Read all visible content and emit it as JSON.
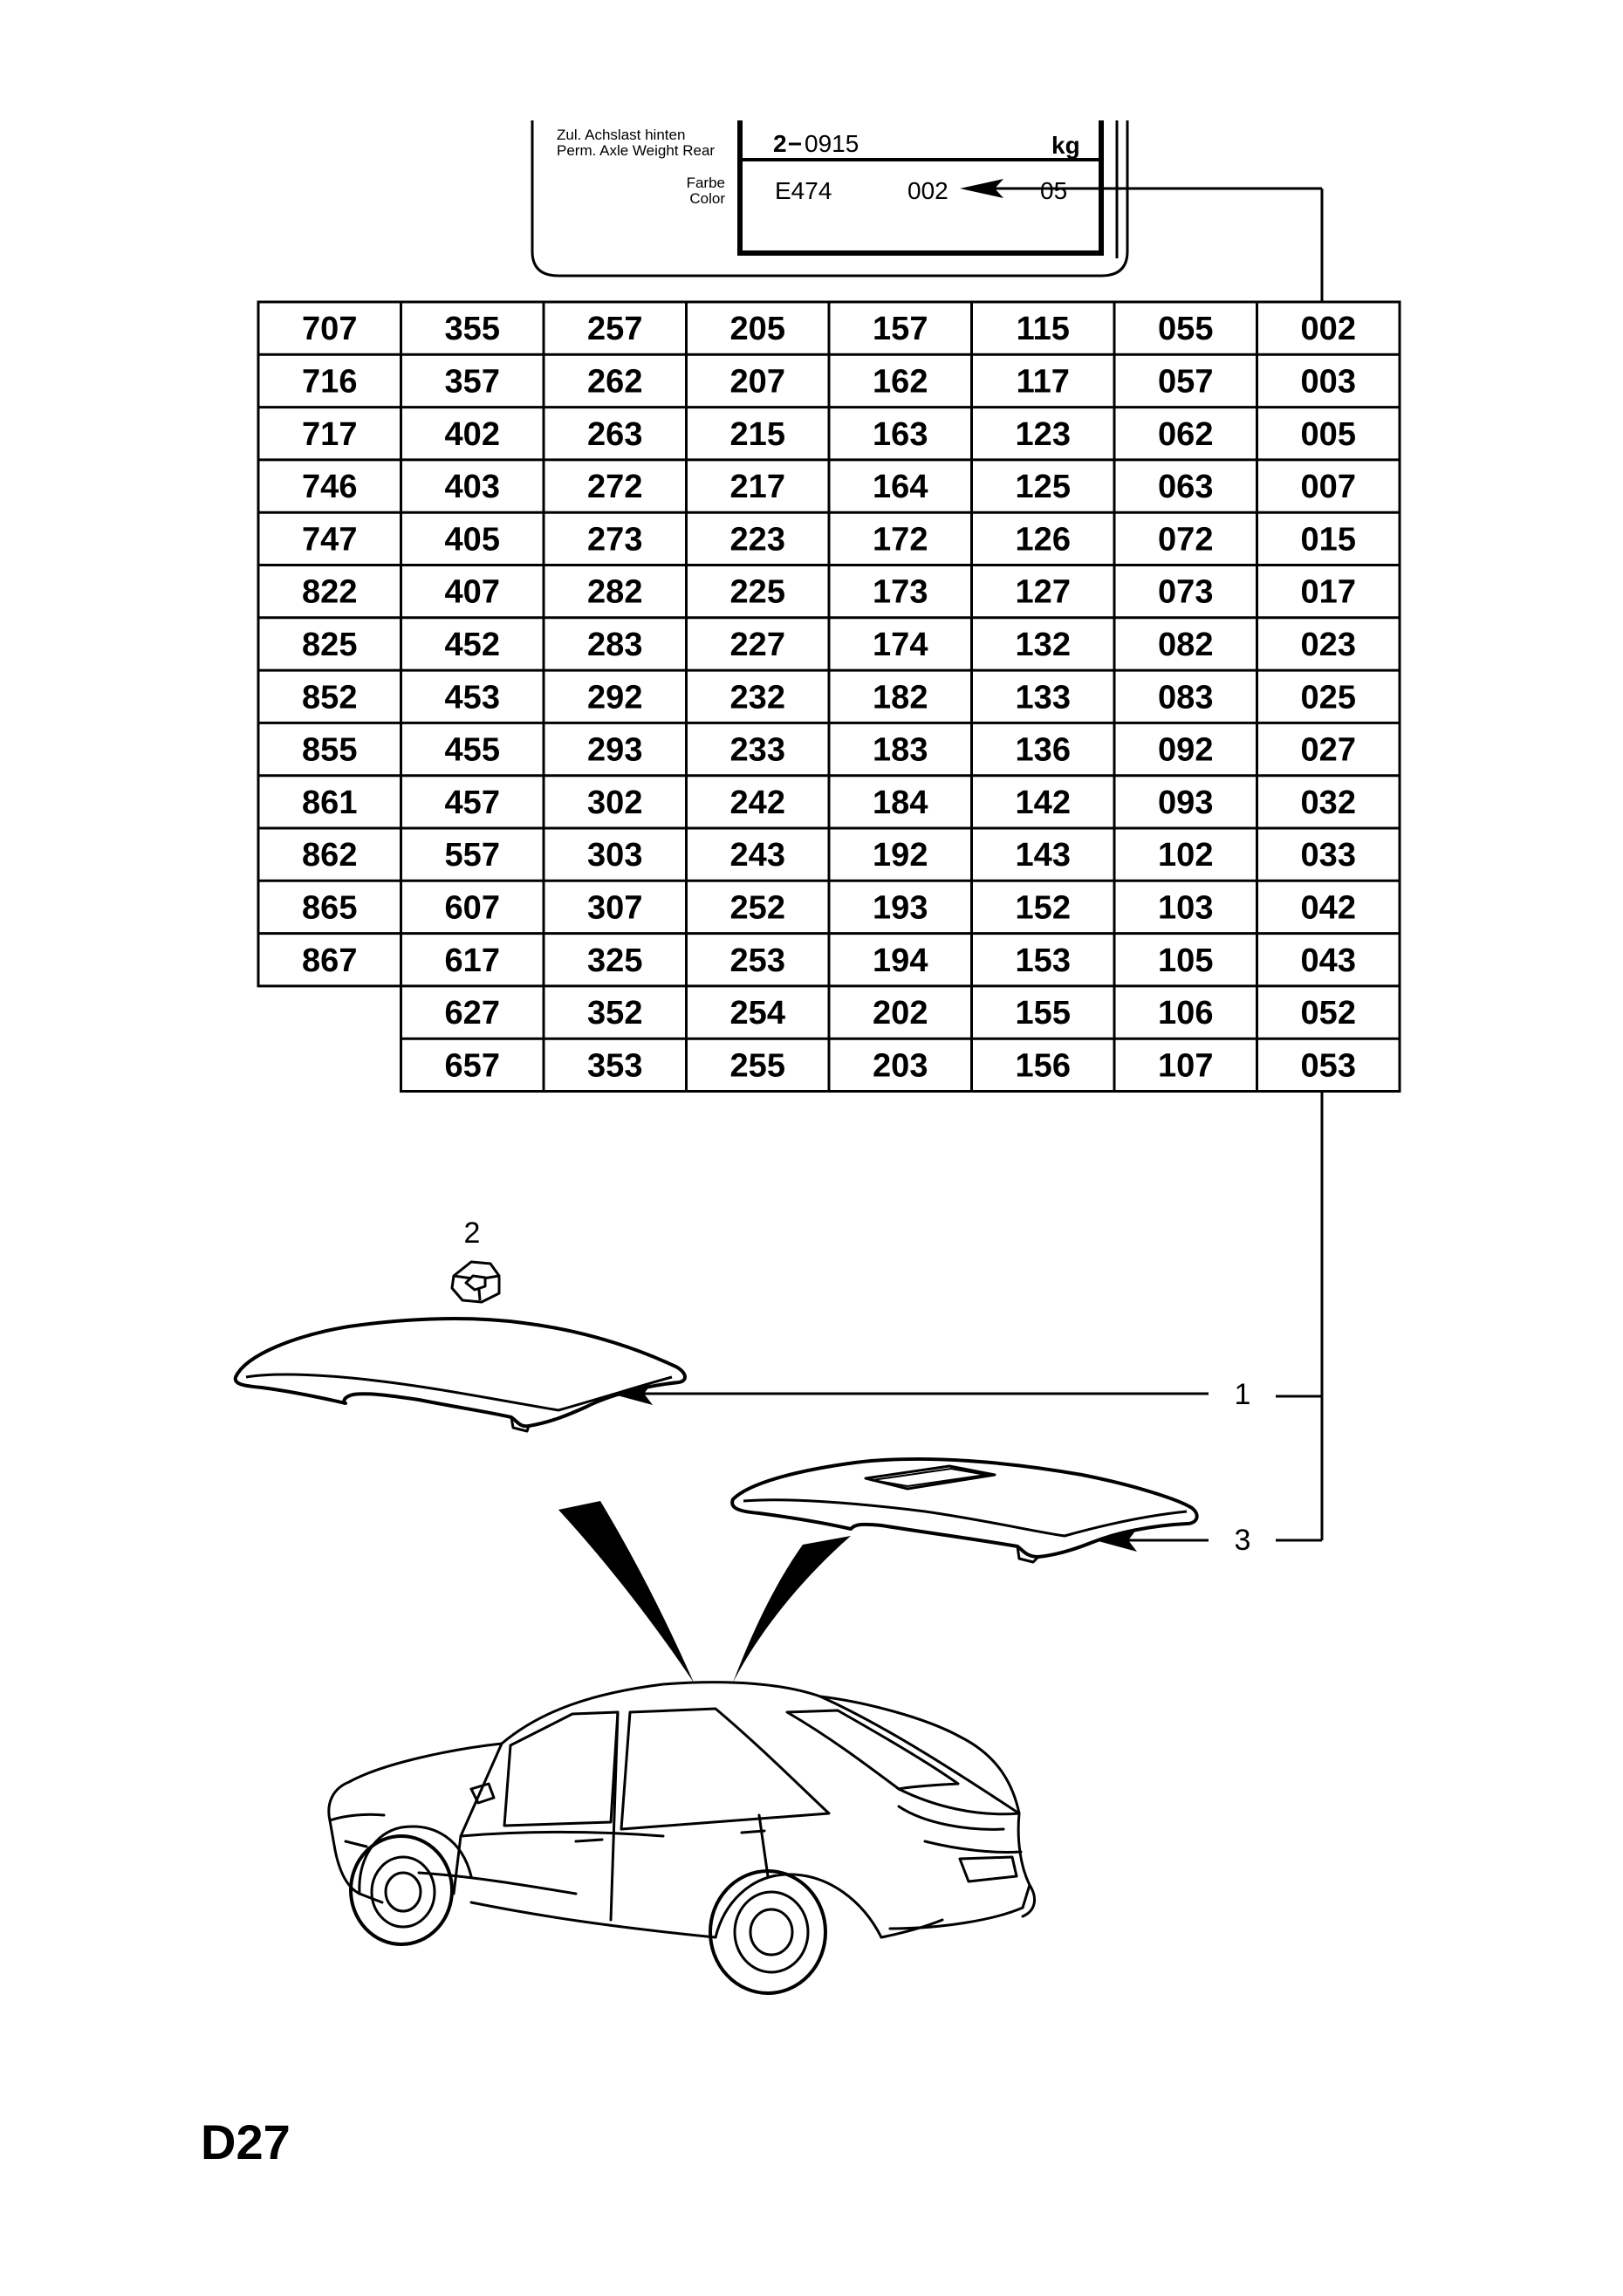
{
  "plate": {
    "axle_label_de": "Zul. Achslast hinten",
    "axle_label_en": "Perm. Axle Weight Rear",
    "axle_prefix": "2",
    "axle_value": "0915",
    "axle_unit": "kg",
    "color_label_de": "Farbe",
    "color_label_en": "Color",
    "color_code": "E474",
    "color_value": "002",
    "color_extra": "05"
  },
  "color_table": {
    "columns": [
      [
        "707",
        "716",
        "717",
        "746",
        "747",
        "822",
        "825",
        "852",
        "855",
        "861",
        "862",
        "865",
        "867"
      ],
      [
        "355",
        "357",
        "402",
        "403",
        "405",
        "407",
        "452",
        "453",
        "455",
        "457",
        "557",
        "607",
        "617",
        "627",
        "657"
      ],
      [
        "257",
        "262",
        "263",
        "272",
        "273",
        "282",
        "283",
        "292",
        "293",
        "302",
        "303",
        "307",
        "325",
        "352",
        "353"
      ],
      [
        "205",
        "207",
        "215",
        "217",
        "223",
        "225",
        "227",
        "232",
        "233",
        "242",
        "243",
        "252",
        "253",
        "254",
        "255"
      ],
      [
        "157",
        "162",
        "163",
        "164",
        "172",
        "173",
        "174",
        "182",
        "183",
        "184",
        "192",
        "193",
        "194",
        "202",
        "203"
      ],
      [
        "115",
        "117",
        "123",
        "125",
        "126",
        "127",
        "132",
        "133",
        "136",
        "142",
        "143",
        "152",
        "153",
        "155",
        "156"
      ],
      [
        "055",
        "057",
        "062",
        "063",
        "072",
        "073",
        "082",
        "083",
        "092",
        "093",
        "102",
        "103",
        "105",
        "106",
        "107"
      ],
      [
        "002",
        "003",
        "005",
        "007",
        "015",
        "017",
        "023",
        "025",
        "027",
        "032",
        "033",
        "042",
        "043",
        "052",
        "053"
      ]
    ]
  },
  "callouts": {
    "part1": "1",
    "part2": "2",
    "part3": "3"
  },
  "page_id": "D27"
}
